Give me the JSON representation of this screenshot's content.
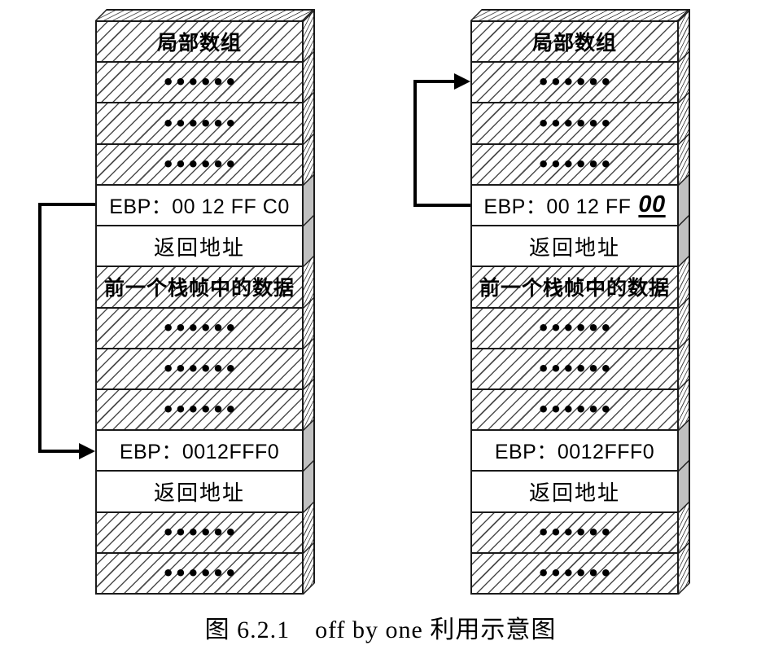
{
  "figure": {
    "caption": "图 6.2.1　off by one 利用示意图"
  },
  "colors": {
    "background": "#ffffff",
    "border": "#1a1a1a",
    "hatch_line": "#4d4d4d",
    "side_shade": "#c0c0c0",
    "arrow": "#000000",
    "text": "#000000"
  },
  "stacks": {
    "left": {
      "rows": [
        {
          "label": "局部数组"
        },
        {
          "label": "••••••"
        },
        {
          "label": "••••••"
        },
        {
          "label": "••••••"
        },
        {
          "label": "EBP：00 12 FF C0"
        },
        {
          "label": "返回地址"
        },
        {
          "label": "前一个栈帧中的数据"
        },
        {
          "label": "••••••"
        },
        {
          "label": "••••••"
        },
        {
          "label": "••••••"
        },
        {
          "label": "EBP：0012FFF0"
        },
        {
          "label": "返回地址"
        },
        {
          "label": "••••••"
        },
        {
          "label": "••••••"
        }
      ]
    },
    "right": {
      "rows": [
        {
          "label": "局部数组"
        },
        {
          "label": "••••••"
        },
        {
          "label": "••••••"
        },
        {
          "label": "••••••"
        },
        {
          "prefix": "EBP：00 12 FF",
          "overwritten": "00"
        },
        {
          "label": "返回地址"
        },
        {
          "label": "前一个栈帧中的数据"
        },
        {
          "label": "••••••"
        },
        {
          "label": "••••••"
        },
        {
          "label": "••••••"
        },
        {
          "label": "EBP：0012FFF0"
        },
        {
          "label": "返回地址"
        },
        {
          "label": "••••••"
        },
        {
          "label": "••••••"
        }
      ]
    }
  }
}
